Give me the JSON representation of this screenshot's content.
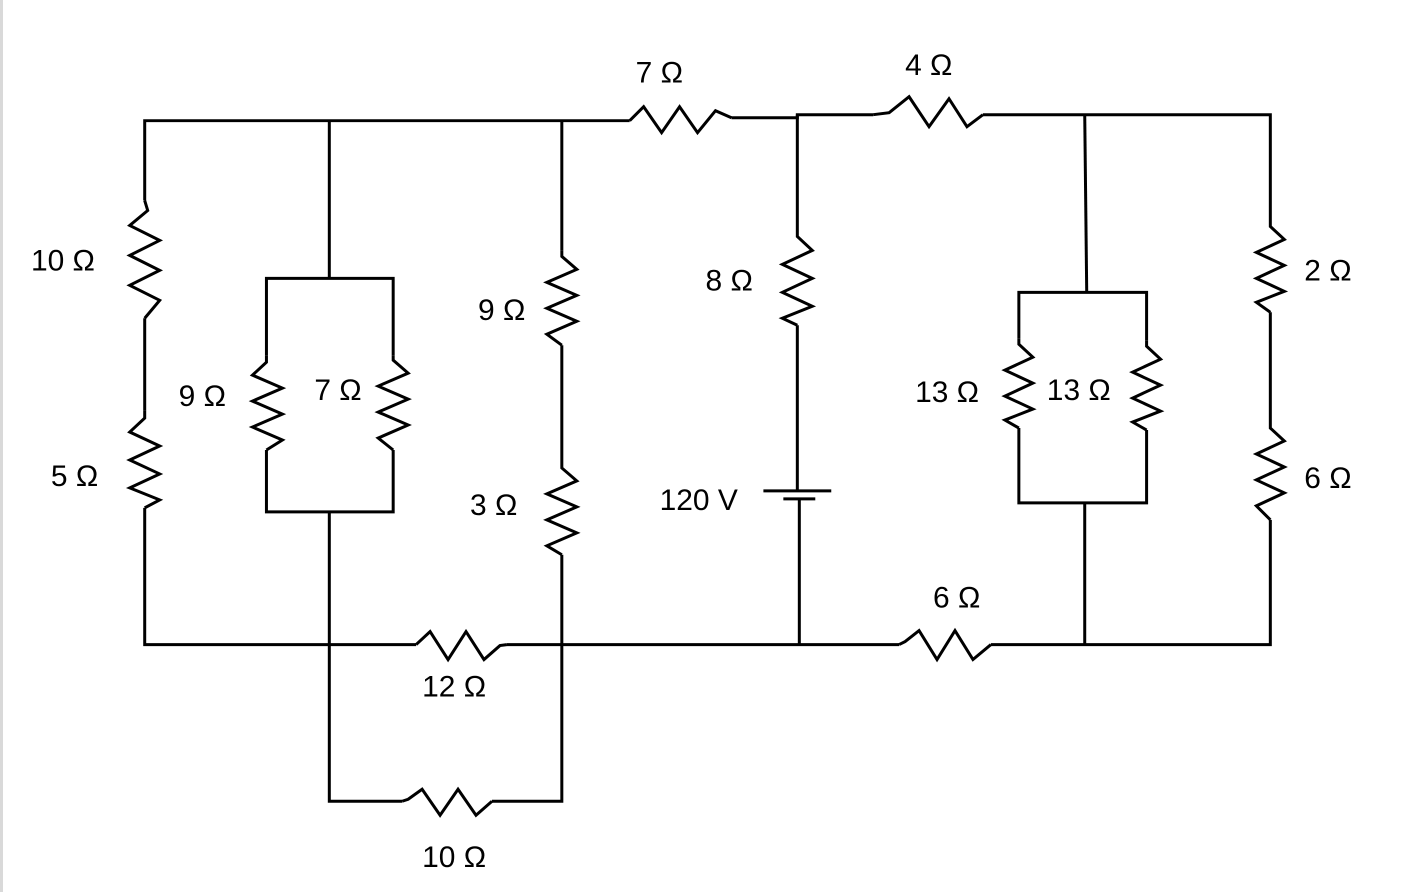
{
  "components": {
    "r_10_left": {
      "label": "10 Ω"
    },
    "r_5_left": {
      "label": "5 Ω"
    },
    "r_9_inner": {
      "label": "9 Ω"
    },
    "r_7_inner": {
      "label": "7 Ω"
    },
    "r_9_mid": {
      "label": "9 Ω"
    },
    "r_3_mid": {
      "label": "3 Ω"
    },
    "r_7_top": {
      "label": "7 Ω"
    },
    "r_4_top": {
      "label": "4 Ω"
    },
    "r_8_center": {
      "label": "8 Ω"
    },
    "battery": {
      "label": "120 V"
    },
    "r_13_a": {
      "label": "13 Ω"
    },
    "r_13_b": {
      "label": "13 Ω"
    },
    "r_2_right": {
      "label": "2 Ω"
    },
    "r_6_right": {
      "label": "6 Ω"
    },
    "r_6_bottom": {
      "label": "6 Ω"
    },
    "r_12_bottom": {
      "label": "12 Ω"
    },
    "r_10_bottom": {
      "label": "10 Ω"
    }
  },
  "colors": {
    "wire": "#000000",
    "background": "#ffffff"
  }
}
